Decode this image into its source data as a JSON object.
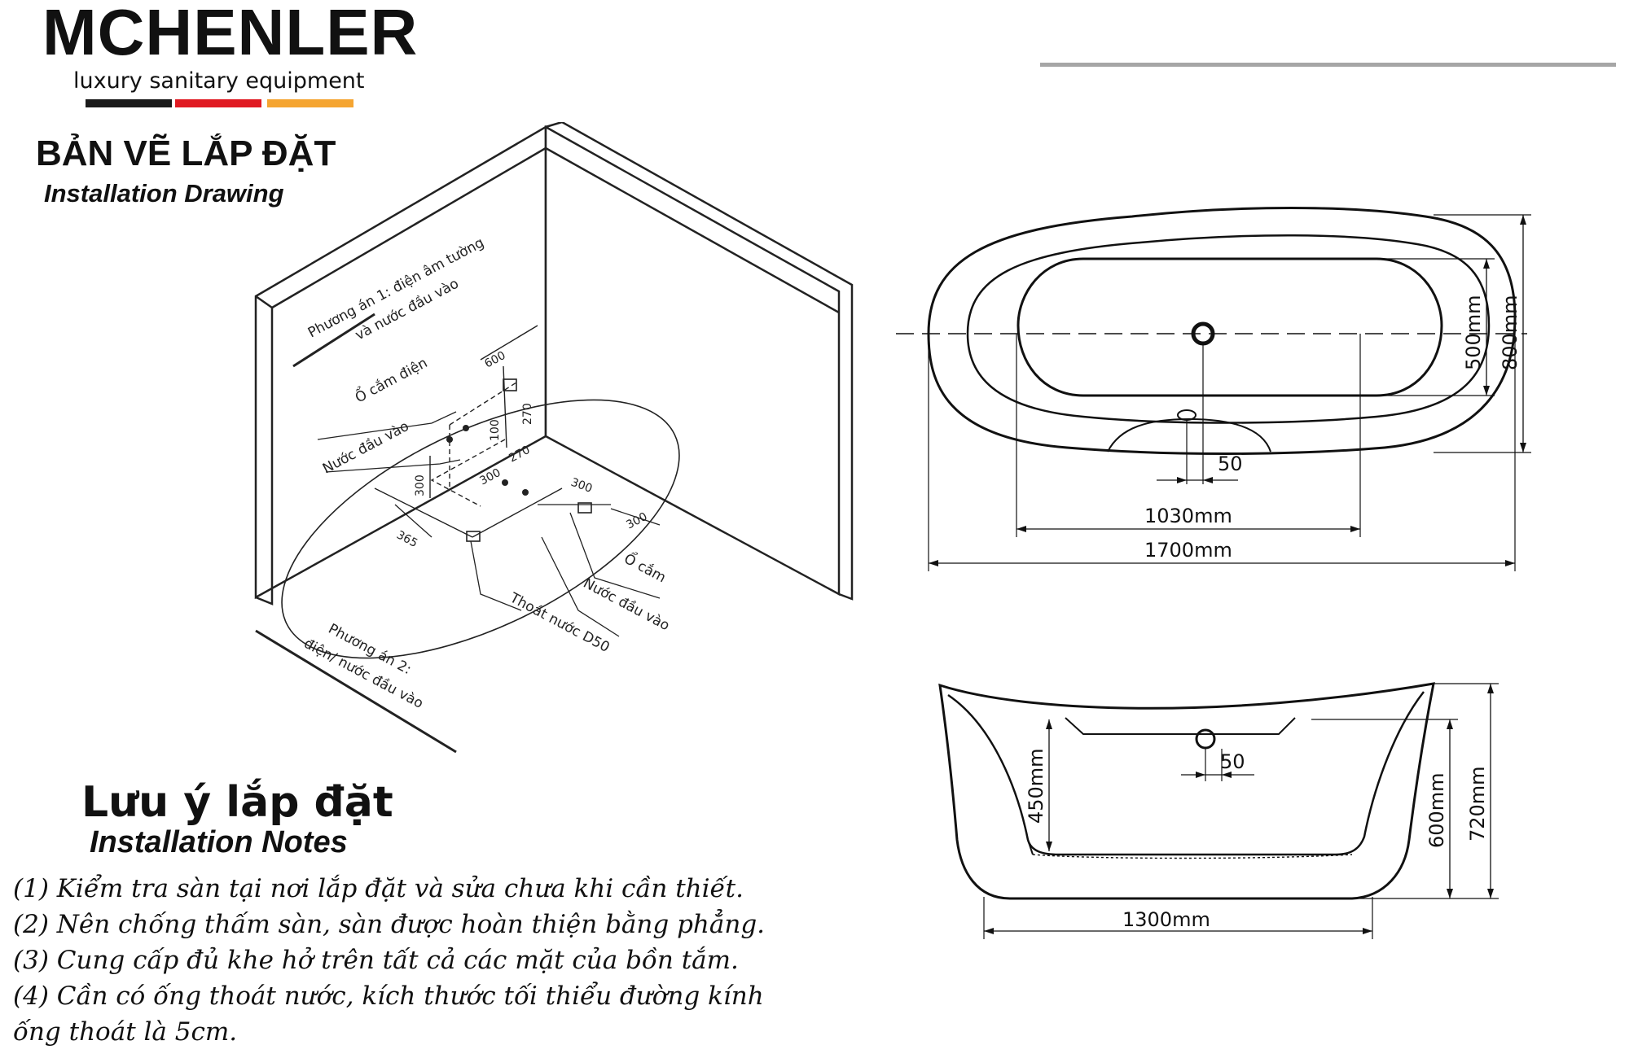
{
  "brand": {
    "name": "MCHENLER",
    "tagline": "luxury sanitary equipment",
    "stripe_colors": [
      "#1a1a1a",
      "#e01a22",
      "#f5a531"
    ]
  },
  "header": {
    "title_vn": "BẢN VẼ LẮP ĐẶT",
    "title_en": "Installation Drawing"
  },
  "iso_view": {
    "option1": [
      "Phương án 1: điện âm tường",
      "và nước đầu vào"
    ],
    "option2": [
      "Phương án 2:",
      "điện/ nước đầu vào"
    ],
    "socket_wall": "Ổ cắm điện",
    "water_inlet_wall": "Nước đầu vào",
    "socket_floor": "Ổ cắm",
    "water_inlet_floor": "Nước đầu vào",
    "drain": "Thoát nước D50",
    "dims": [
      "600",
      "100",
      "270",
      "300",
      "270",
      "300",
      "300",
      "300",
      "365"
    ]
  },
  "top_view": {
    "drain_offset": "50",
    "inner_length": "1030mm",
    "outer_length": "1700mm",
    "inner_width": "500mm",
    "outer_width": "800mm"
  },
  "side_view": {
    "drain_offset": "50",
    "inner_depth": "450mm",
    "base_length": "1300mm",
    "low_height": "600mm",
    "high_height": "720mm"
  },
  "notes": {
    "title_vn": "Lưu ý lắp đặt",
    "title_en": "Installation Notes",
    "items": [
      "(1) Kiểm tra sàn tại nơi lắp đặt và sửa chưa khi cần thiết.",
      "(2) Nên chống thấm sàn, sàn được hoàn thiện bằng phẳng.",
      "(3) Cung cấp đủ khe hở trên tất cả các mặt của bồn tắm.",
      "(4) Cần có ống thoát nước, kích thước tối thiểu đường kính",
      "ống thoát là 5cm."
    ]
  }
}
